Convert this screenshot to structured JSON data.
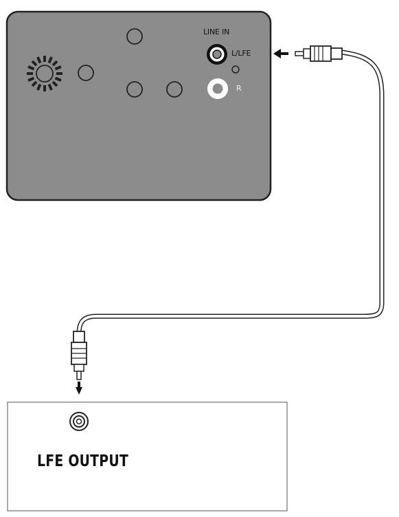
{
  "subwoofer_panel": {
    "line_in_label": "LINE IN",
    "left_jack_label": "L/LFE",
    "right_jack_label": "R",
    "panel_color": "#8c8c8c",
    "jack_color": "#ffffff"
  },
  "source_device": {
    "output_label": "LFE OUTPUT"
  },
  "cable": {
    "color": "#ffffff",
    "outline": "#222222"
  }
}
